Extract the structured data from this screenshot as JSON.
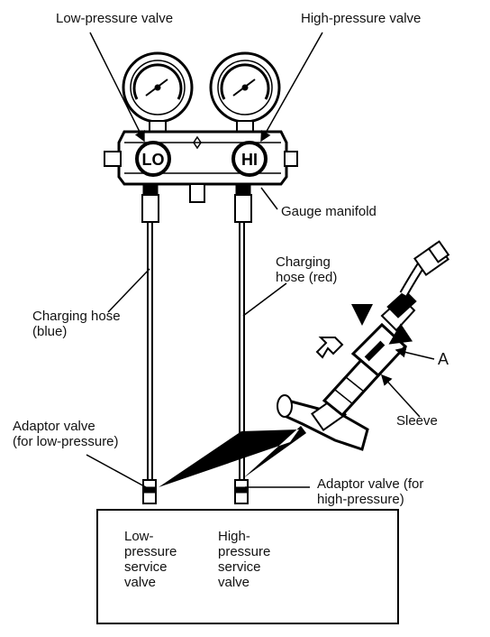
{
  "labels": {
    "low_pressure_valve": "Low-pressure valve",
    "high_pressure_valve": "High-pressure valve",
    "gauge_manifold": "Gauge manifold",
    "charging_hose_red": "Charging\nhose (red)",
    "charging_hose_blue": "Charging hose\n(blue)",
    "callout_a": "A",
    "sleeve": "Sleeve",
    "adaptor_low": "Adaptor valve\n(for low-pressure)",
    "adaptor_high": "Adaptor valve (for\nhigh-pressure)",
    "low_service_valve": "Low-\npressure\nservice\nvalve",
    "high_service_valve": "High-\npressure\nservice\nvalve",
    "lo_knob": "LO",
    "hi_knob": "HI"
  }
}
